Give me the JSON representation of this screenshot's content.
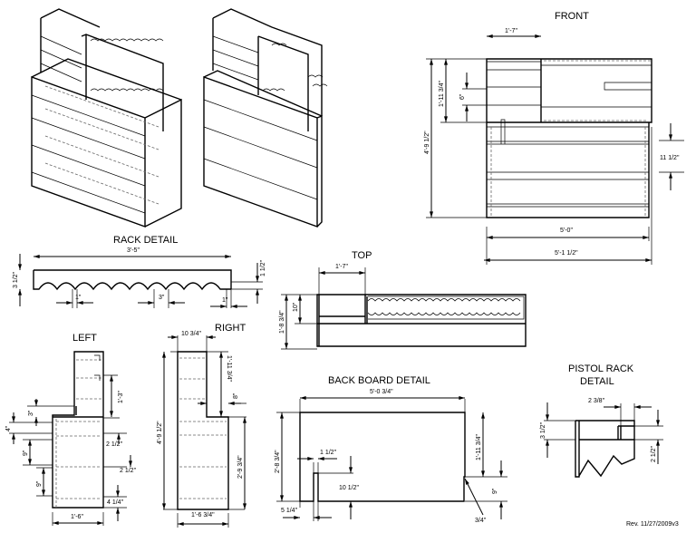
{
  "front": {
    "title": "FRONT",
    "dims": {
      "upper_width": "1'-7\"",
      "total_height": "4'-9 1/2\"",
      "upper_height": "1'-11 3/4\"",
      "shelf_gap": "6\"",
      "lower_shelf": "11 1/2\"",
      "inner_width": "5'-0\"",
      "overall_width": "5'-1 1/2\""
    }
  },
  "rack": {
    "title": "RACK DETAIL",
    "dims": {
      "length": "3'-5\"",
      "height": "3 1/2\"",
      "cut_depth": "1 1/2\"",
      "edge_gap": "1\"",
      "cut_width": "3\"",
      "end_gap": "1\""
    }
  },
  "top": {
    "title": "TOP",
    "dims": {
      "width": "1'-7\"",
      "rack_depth": "10\"",
      "depth": "1'-8 3/4\""
    }
  },
  "left": {
    "title": "LEFT",
    "dims": {
      "a": "3\"",
      "b": "4\"",
      "c": "9\"",
      "d": "9\"",
      "upper": "1'-3\"",
      "e": "2 1/2\"",
      "f": "2 1/2\"",
      "g": "4 1/4\"",
      "depth": "1'-6\""
    }
  },
  "right": {
    "title": "RIGHT",
    "dims": {
      "top_depth": "10 3/4\"",
      "height": "4'-9 1/2\"",
      "upper": "1'-11 3/4\"",
      "step": "8\"",
      "lower": "2'-9 3/4\"",
      "depth": "1'-6 3/4\""
    }
  },
  "backboard": {
    "title": "BACK BOARD DETAIL",
    "dims": {
      "width": "5'-0 3/4\"",
      "height": "2'-8 3/4\"",
      "notch_w": "1 1/2\"",
      "notch_h": "10 1/2\"",
      "offset": "5 1/4\"",
      "upper": "1'-11 3/4\"",
      "right_h": "9\"",
      "thick": "3/4\""
    }
  },
  "pistol": {
    "title_line1": "PISTOL RACK",
    "title_line2": "DETAIL",
    "dims": {
      "width": "2 3/8\"",
      "height": "3 1/2\"",
      "lip": "2 1/2\""
    }
  },
  "revision": "Rev. 11/27/2009v3"
}
